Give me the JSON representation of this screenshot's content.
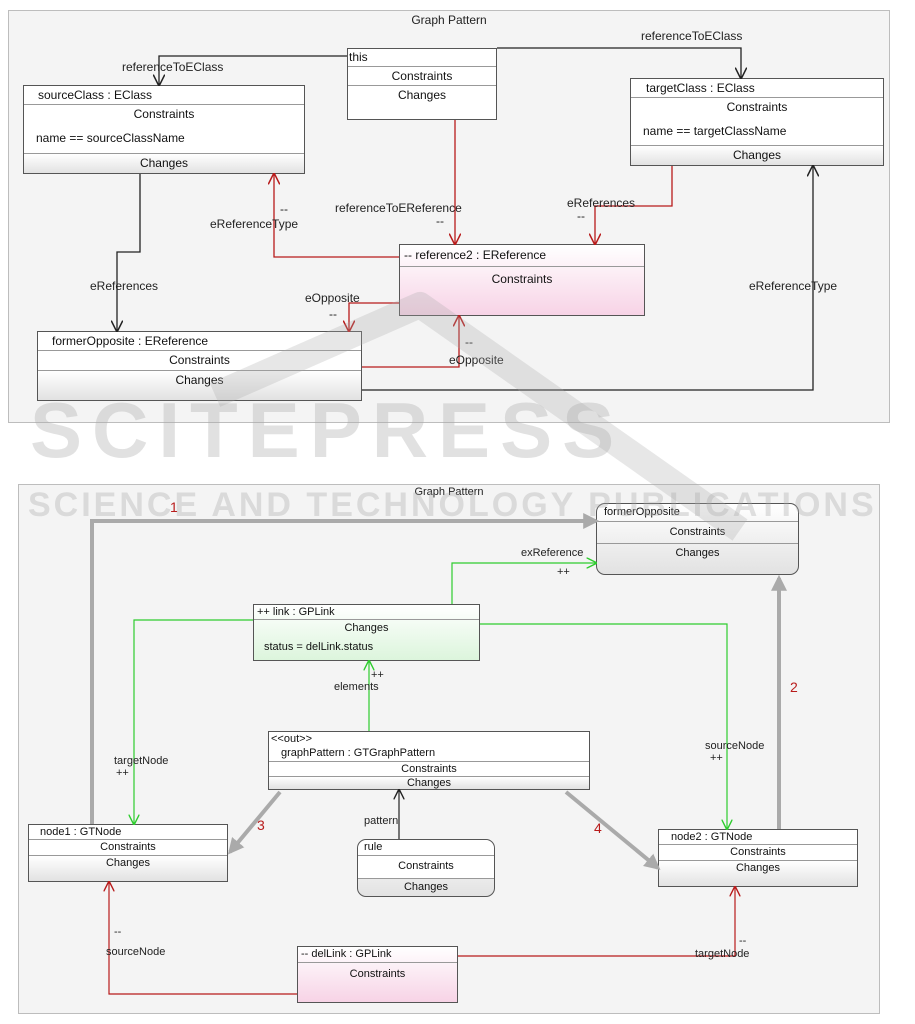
{
  "watermark": {
    "main": "SCITEPRESS",
    "sub": "SCIENCE AND TECHNOLOGY PUBLICATIONS"
  },
  "top": {
    "title": "Graph Pattern",
    "this_box": {
      "header": "this",
      "constraints": "Constraints",
      "changes": "Changes"
    },
    "source_class": {
      "header": "sourceClass : EClass",
      "constraints": "Constraints",
      "condition": "name  ==  sourceClassName",
      "changes": "Changes"
    },
    "target_class": {
      "header": "targetClass : EClass",
      "constraints": "Constraints",
      "condition": "name  ==  targetClassName",
      "changes": "Changes"
    },
    "reference2": {
      "header": "-- reference2 : EReference",
      "constraints": "Constraints"
    },
    "former_opposite": {
      "header": "formerOpposite : EReference",
      "constraints": "Constraints",
      "changes": "Changes"
    },
    "labels": {
      "ref_to_eclass_left": "referenceToEClass",
      "ref_to_eclass_right": "referenceToEClass",
      "ref_to_ereference": "referenceToEReference",
      "ref_to_ereference_mark": "--",
      "ereferences_right": "eReferences",
      "ereferences_right_mark": "--",
      "ereference_type_left": "eReferenceType",
      "ereference_type_left_mark": "--",
      "ereferences_left": "eReferences",
      "eopposite_1": "eOpposite",
      "eopposite_1_mark": "--",
      "eopposite_2": "eOpposite",
      "eopposite_2_mark": "--",
      "ereference_type_right": "eReferenceType"
    }
  },
  "bottom": {
    "title": "Graph Pattern",
    "former_opposite": {
      "header": "formerOpposite",
      "constraints": "Constraints",
      "changes": "Changes"
    },
    "link": {
      "header": "++ link : GPLink",
      "changes": "Changes",
      "condition": "status  =  delLink.status"
    },
    "graph_pattern": {
      "stereotype": "<<out>>",
      "header": "graphPattern : GTGraphPattern",
      "constraints": "Constraints",
      "changes": "Changes"
    },
    "node1": {
      "header": "node1 : GTNode",
      "constraints": "Constraints",
      "changes": "Changes"
    },
    "node2": {
      "header": "node2 : GTNode",
      "constraints": "Constraints",
      "changes": "Changes"
    },
    "rule": {
      "header": "rule",
      "constraints": "Constraints",
      "changes": "Changes"
    },
    "del_link": {
      "header": "-- delLink : GPLink",
      "constraints": "Constraints"
    },
    "labels": {
      "ex_reference": "exReference",
      "ex_reference_mark": "++",
      "elements": "elements",
      "elements_mark": "++",
      "target_node_green": "targetNode",
      "target_node_green_mark": "++",
      "source_node_green": "sourceNode",
      "source_node_green_mark": "++",
      "pattern": "pattern",
      "source_node_red": "sourceNode",
      "source_node_red_mark": "--",
      "target_node_red": "targetNode",
      "target_node_red_mark": "--"
    },
    "numbers": {
      "n1": "1",
      "n2": "2",
      "n3": "3",
      "n4": "4"
    }
  },
  "colors": {
    "red": "#b81b1b",
    "green": "#2ecc2e",
    "black": "#222222",
    "gray": "#aaaaaa",
    "pink": "#f7d3e6",
    "light_green": "#dcf5dc"
  }
}
